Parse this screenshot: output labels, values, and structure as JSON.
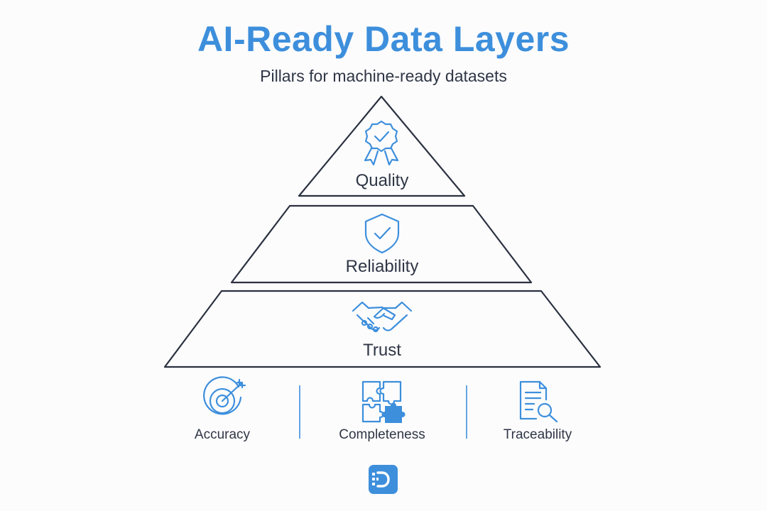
{
  "header": {
    "title": "AI-Ready Data Layers",
    "subtitle": "Pillars for machine-ready datasets"
  },
  "pyramid": {
    "layers": [
      {
        "label": "Quality",
        "icon": "award-ribbon-icon"
      },
      {
        "label": "Reliability",
        "icon": "shield-check-icon"
      },
      {
        "label": "Trust",
        "icon": "handshake-icon"
      }
    ]
  },
  "pillars": [
    {
      "label": "Accuracy",
      "icon": "target-icon"
    },
    {
      "label": "Completeness",
      "icon": "puzzle-icon"
    },
    {
      "label": "Traceability",
      "icon": "document-search-icon"
    }
  ],
  "colors": {
    "accent": "#3d8fdc",
    "outline": "#2b3140",
    "text": "#2f3645",
    "logo": "#3d8fdc"
  }
}
